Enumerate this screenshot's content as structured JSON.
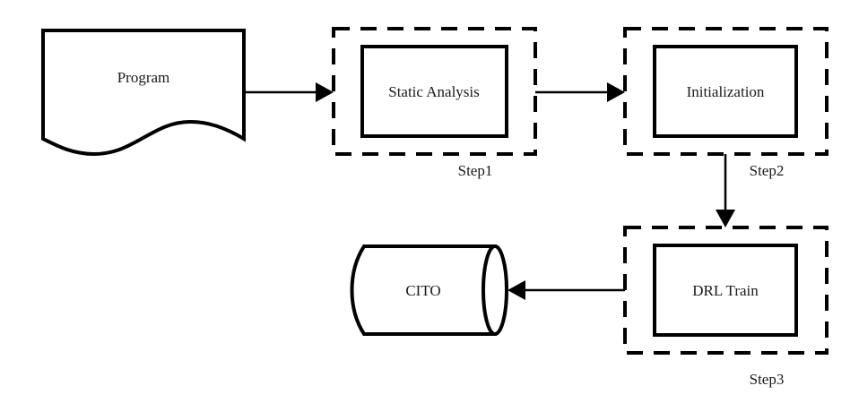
{
  "diagram": {
    "type": "flowchart",
    "nodes": {
      "program": {
        "label": "Program",
        "shape": "document"
      },
      "static_analysis": {
        "label": "Static Analysis",
        "shape": "process",
        "group": "step1"
      },
      "initialization": {
        "label": "Initialization",
        "shape": "process",
        "group": "step2"
      },
      "drl_train": {
        "label": "DRL Train",
        "shape": "process",
        "group": "step3"
      },
      "cito": {
        "label": "CITO",
        "shape": "stored-data"
      }
    },
    "groups": {
      "step1": {
        "label": "Step1",
        "style": "dashed"
      },
      "step2": {
        "label": "Step2",
        "style": "dashed"
      },
      "step3": {
        "label": "Step3",
        "style": "dashed"
      }
    },
    "edges": [
      {
        "from": "program",
        "to": "step1",
        "arrow": "filled-triangle"
      },
      {
        "from": "step1",
        "to": "step2",
        "arrow": "filled-triangle"
      },
      {
        "from": "step2",
        "to": "step3",
        "arrow": "filled-triangle"
      },
      {
        "from": "step3",
        "to": "cito",
        "arrow": "filled-triangle"
      }
    ],
    "colors": {
      "stroke": "#000000",
      "fill": "#ffffff",
      "text": "#1a1a1a"
    }
  }
}
